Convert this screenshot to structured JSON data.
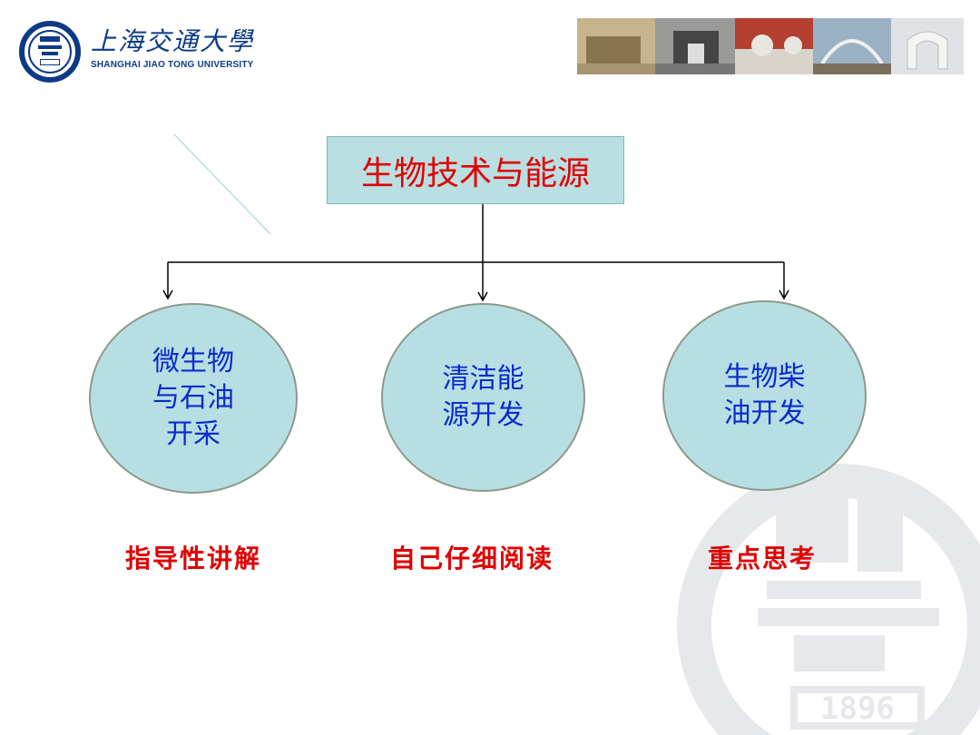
{
  "header": {
    "university_name_cn": "上海交通大學",
    "university_name_en": "SHANGHAI  JIAO TONG  UNIVERSITY",
    "logo_icon": "sjtu-seal-icon",
    "photo_strip": [
      "campus-photo-1",
      "campus-photo-2",
      "campus-photo-3",
      "campus-photo-4",
      "campus-photo-5"
    ]
  },
  "diagram": {
    "root": "生物技术与能源",
    "children": [
      {
        "label": "微生物\n与石油\n开采",
        "caption": "指导性讲解"
      },
      {
        "label": "清洁能\n源开发",
        "caption": "自己仔细阅读"
      },
      {
        "label": "生物柴\n油开发",
        "caption": "重点思考"
      }
    ]
  },
  "watermark": {
    "year": "1896"
  },
  "colors": {
    "box_fill": "#b9dfe2",
    "root_text": "#e00000",
    "node_text": "#0a2bcc",
    "caption_text": "#e00000",
    "brand_blue": "#0d3a86"
  }
}
